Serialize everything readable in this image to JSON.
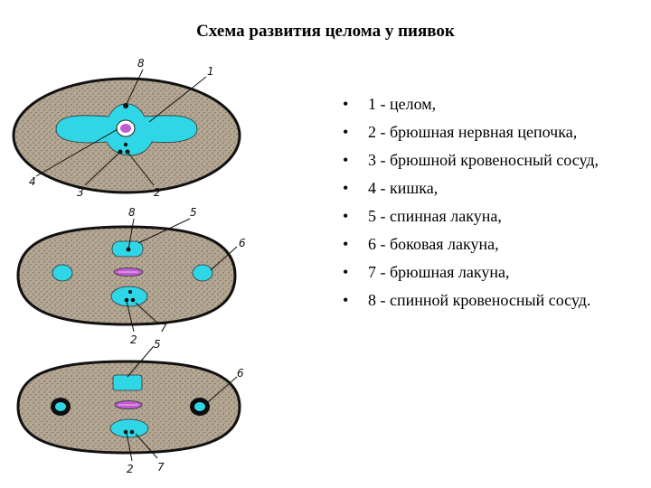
{
  "title": "Схема развития целома у пиявок",
  "legend": [
    "1 - целом,",
    "2 - брюшная нервная цепочка,",
    "3 - брюшной кровеносный сосуд,",
    "4 - кишка,",
    "5 - спинная лакуна,",
    "6 - боковая лакуна,",
    "7 - брюшная лакуна,",
    "8 - спинной кровеносный сосуд."
  ],
  "diagram_labels": {
    "top": [
      "8",
      "1",
      "4",
      "3",
      "2"
    ],
    "middle": [
      "8",
      "5",
      "6",
      "2",
      "7"
    ],
    "bottom": [
      "5",
      "6",
      "2",
      "7"
    ]
  },
  "colors": {
    "tissue": "#b4a794",
    "cavity": "#2fd6e6",
    "gut": "#c05ad0",
    "outline": "#111111"
  }
}
